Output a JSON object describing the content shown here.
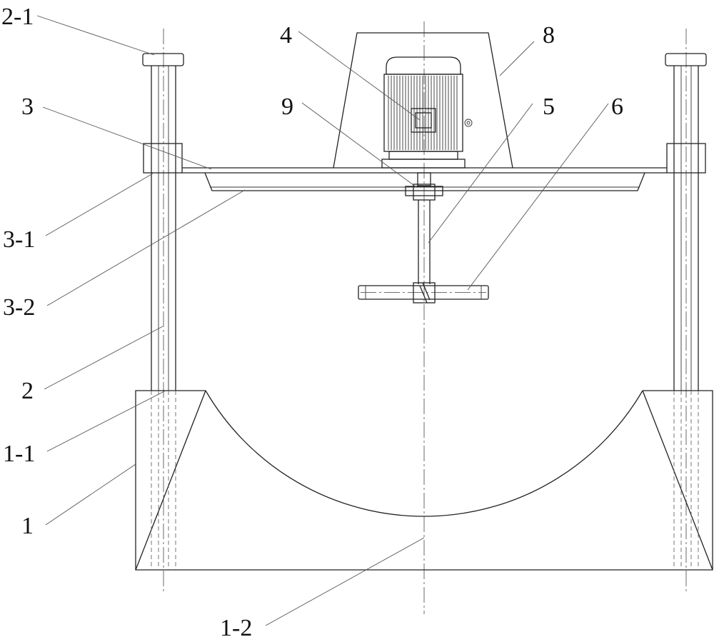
{
  "labels": {
    "l_2_1": "2-1",
    "l_3": "3",
    "l_3_1": "3-1",
    "l_3_2": "3-2",
    "l_2": "2",
    "l_1_1": "1-1",
    "l_1": "1",
    "l_1_2": "1-2",
    "l_4": "4",
    "l_9": "9",
    "l_8": "8",
    "l_5": "5",
    "l_6": "6"
  }
}
